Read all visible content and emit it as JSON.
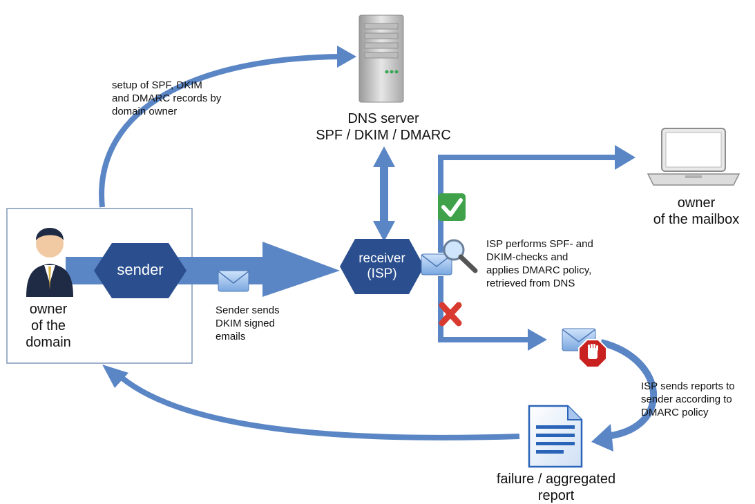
{
  "dns": {
    "title": "DNS server",
    "subtitle": "SPF / DKIM / DMARC",
    "icon": "server-icon"
  },
  "setup_note": [
    "setup of SPF, DKIM",
    "and DMARC records by",
    "domain owner"
  ],
  "domain_owner": {
    "label": [
      "owner",
      "of the",
      "domain"
    ],
    "icon": "businessman-icon"
  },
  "sender": {
    "label": "sender",
    "note": [
      "Sender sends",
      "DKIM signed",
      "emails"
    ]
  },
  "receiver": {
    "label": [
      "receiver",
      "(ISP)"
    ],
    "note": [
      "ISP performs SPF- and",
      "DKIM-checks and",
      "applies DMARC policy,",
      "retrieved from DNS"
    ]
  },
  "mailbox_owner": {
    "label": [
      "owner",
      "of the mailbox"
    ],
    "icon": "laptop-icon"
  },
  "report": {
    "label": [
      "failure / aggregated",
      "report"
    ],
    "note": [
      "ISP sends reports to",
      "sender according to",
      "DMARC policy"
    ],
    "icon": "document-icon"
  },
  "status_icons": [
    "check-icon",
    "cross-icon",
    "stop-hand-icon",
    "magnifier-icon",
    "envelope-icon"
  ],
  "colors": {
    "arrow": "#5b86c5",
    "hex": "#2a4e8e",
    "check": "#3fa14a",
    "cross": "#d93a30",
    "stop": "#c8211f"
  }
}
